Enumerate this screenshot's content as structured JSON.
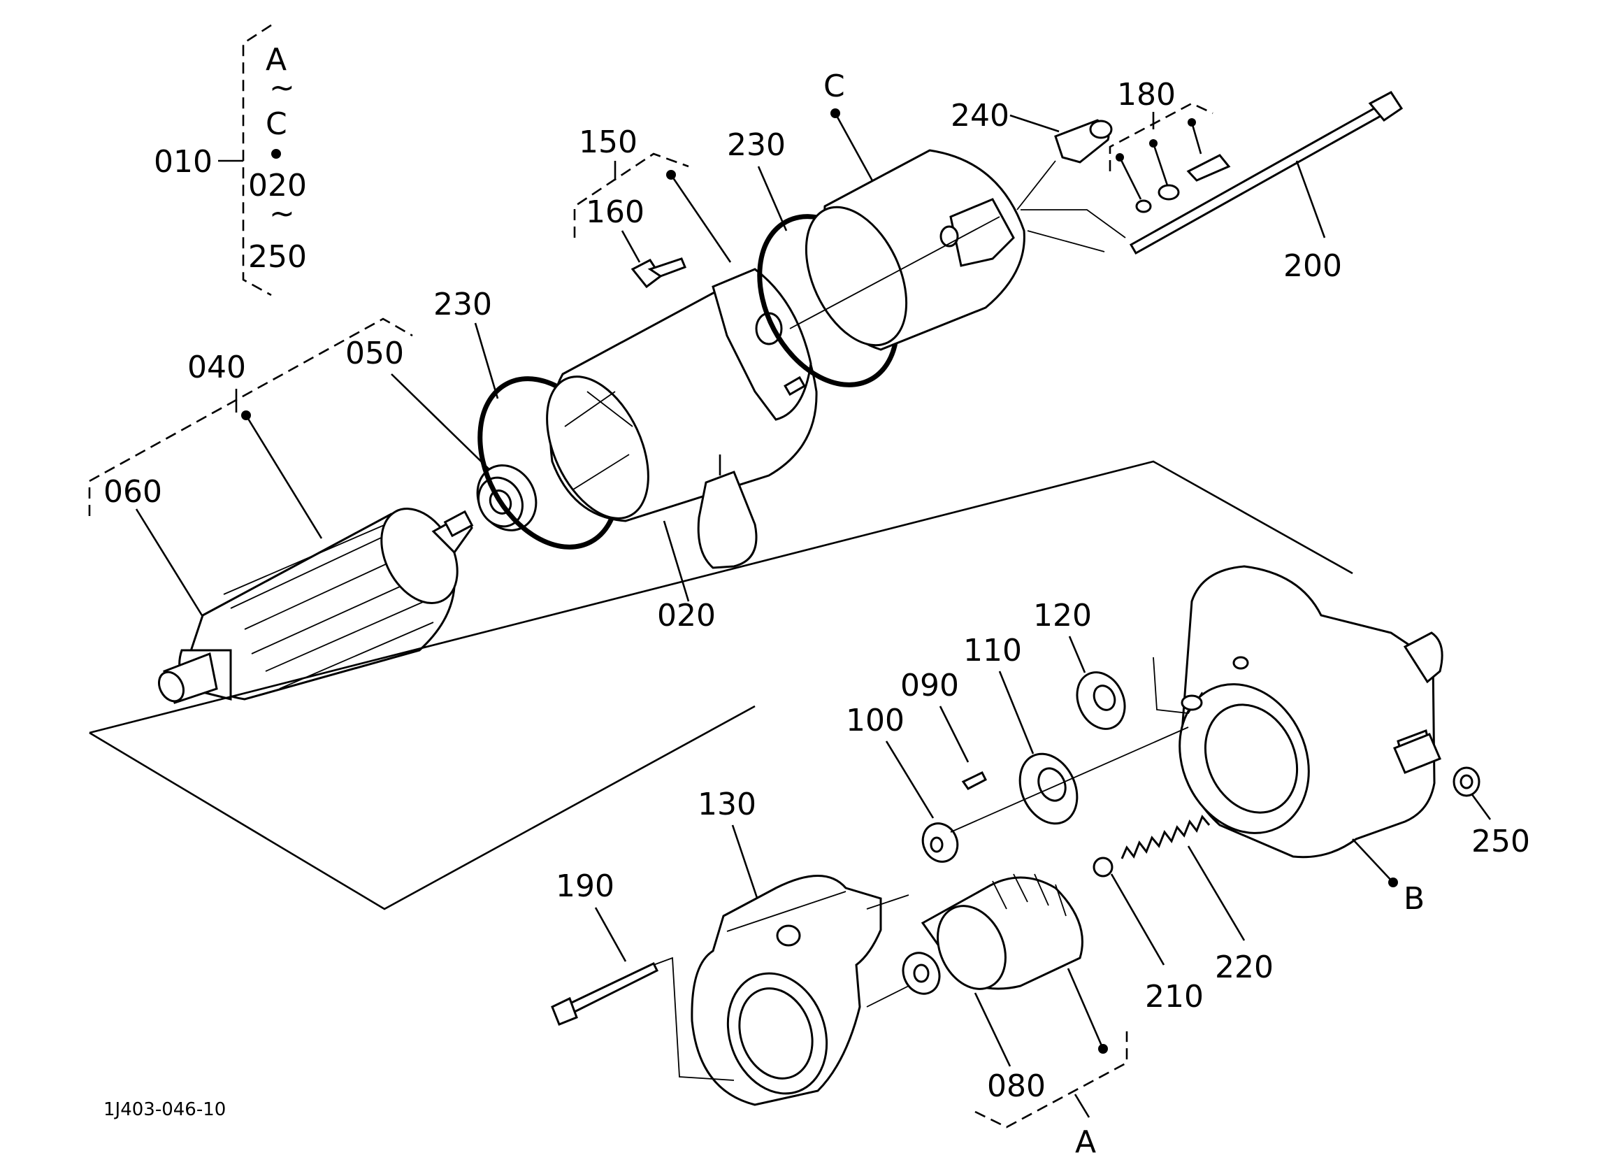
{
  "drawing_id": "1J403-046-10",
  "callouts": {
    "c010": "010",
    "c020": "020",
    "c040": "040",
    "c050": "050",
    "c060": "060",
    "c080": "080",
    "c090": "090",
    "c100": "100",
    "c110": "110",
    "c120": "120",
    "c130": "130",
    "c150": "150",
    "c160": "160",
    "c180": "180",
    "c190": "190",
    "c200": "200",
    "c210": "210",
    "c220": "220",
    "c230a": "230",
    "c230b": "230",
    "c240": "240",
    "c250": "250"
  },
  "assembly_letters": {
    "a": "A",
    "b": "B",
    "c": "C"
  },
  "group_010": {
    "line1": "A",
    "tilde1": "~",
    "line2": "C",
    "line3": "020",
    "tilde2": "~",
    "line4": "250"
  }
}
